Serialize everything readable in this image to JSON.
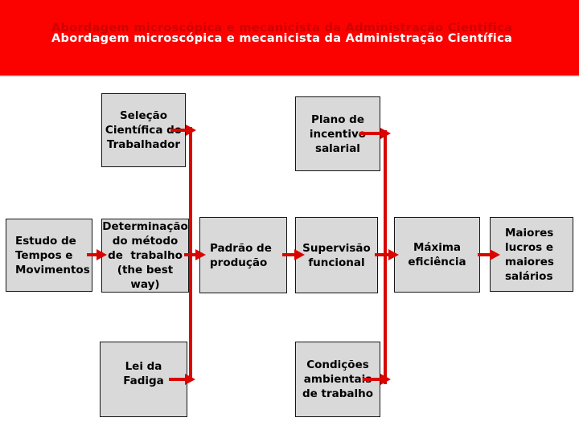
{
  "header": {
    "title": "Abordagem microscópica e mecanicista da Administração Científica"
  },
  "colors": {
    "band_red": "#fb0200",
    "arrow_red": "#d90600",
    "box_fill": "#d9d9d9",
    "box_border": "#161616",
    "title_text": "#ffffff",
    "box_text": "#000000",
    "background": "#ffffff"
  },
  "diagram": {
    "boxes": {
      "selecao": {
        "label": "Seleção\nCientífica do\nTrabalhador"
      },
      "plano": {
        "label": "Plano de\nincentivo\nsalarial"
      },
      "estudo": {
        "label": "Estudo de\nTempos e\nMovimentos"
      },
      "determinacao": {
        "label": "Determinação\ndo método\nde  trabalho\n(the best way)"
      },
      "padrao": {
        "label": "Padrão de\nprodução"
      },
      "supervisao": {
        "label": "Supervisão\nfuncional"
      },
      "maxima": {
        "label": "Máxima\neficiência"
      },
      "maiores": {
        "label": "Maiores\nlucros e\nmaiores\nsalários"
      },
      "lei": {
        "label": "Lei da\nFadiga"
      },
      "condicoes": {
        "label": "Condições\nambientais\nde trabalho"
      }
    }
  }
}
